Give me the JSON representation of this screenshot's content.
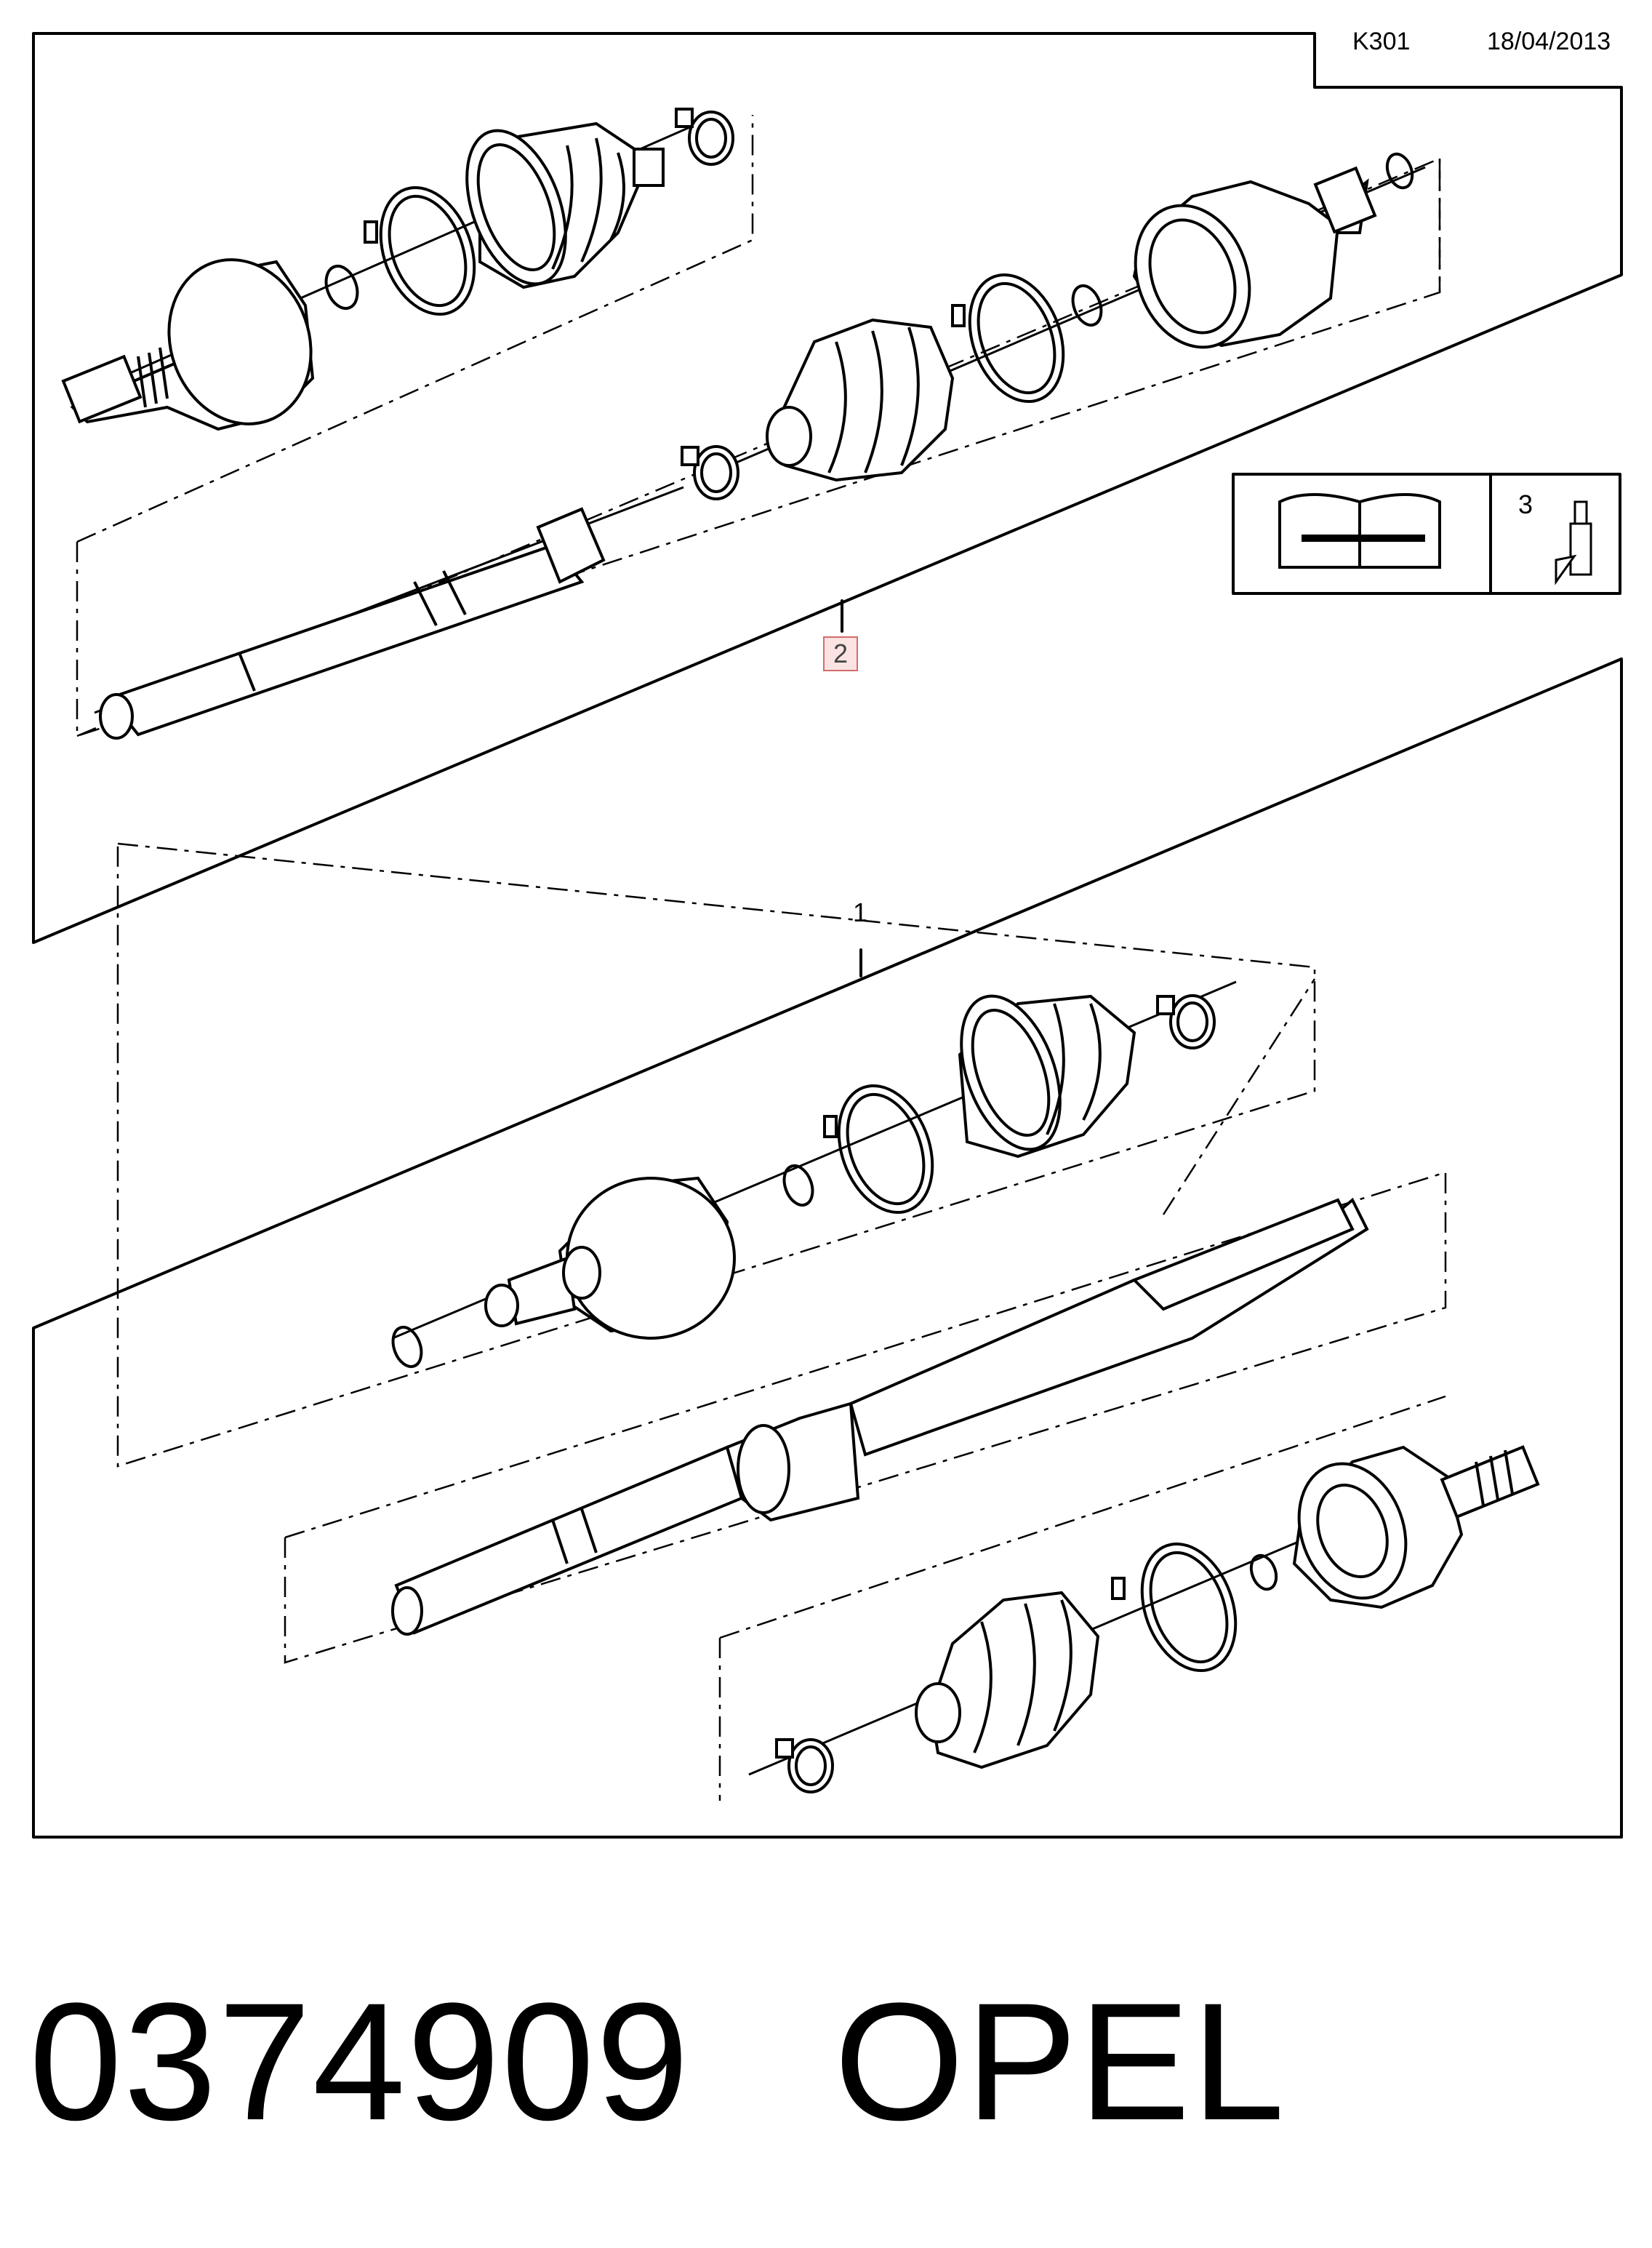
{
  "header": {
    "code": "K301",
    "date": "18/04/2013"
  },
  "callouts": {
    "assembly": "1",
    "inner_joint_kit": "2",
    "grease": "3"
  },
  "footer": {
    "part_number": "0374909",
    "brand": "OPEL"
  },
  "icons": {
    "manual": "repair-manual-icon",
    "grease": "grease-tube-icon"
  },
  "colors": {
    "line": "#000000",
    "callout_highlight_border": "#d46a6a",
    "callout_highlight_fill": "#fbe3e3"
  }
}
